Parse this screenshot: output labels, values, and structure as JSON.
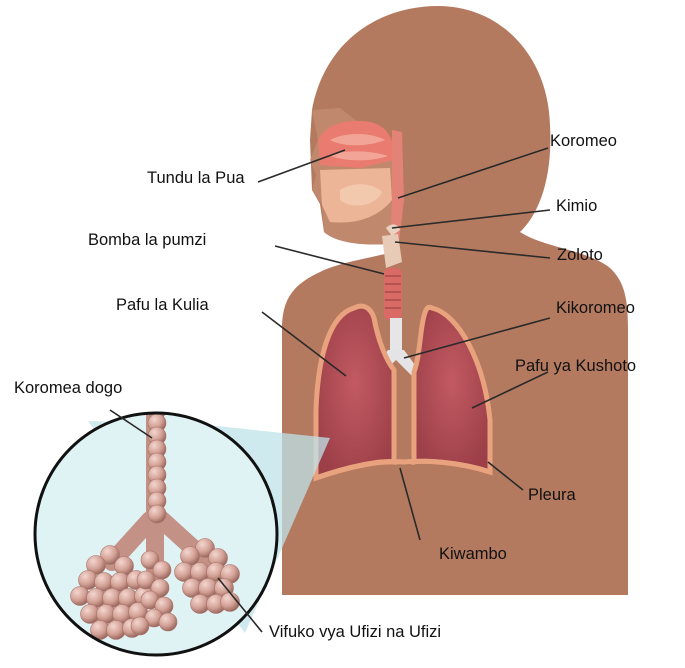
{
  "labels": {
    "nasal_cavity": "Tundu la Pua",
    "pharynx": "Koromeo",
    "epiglottis": "Kimio",
    "larynx": "Zoloto",
    "trachea": "Bomba la pumzi",
    "right_lung": "Pafu la Kulia",
    "bronchus": "Kikoromeo",
    "left_lung": "Pafu ya Kushoto",
    "bronchiole": "Koromea dogo",
    "pleura": "Pleura",
    "diaphragm": "Kiwambo",
    "alveoli": "Vifuko vya Ufizi na Ufizi"
  },
  "colors": {
    "skin": "#b47a60",
    "skin_light": "#c28b70",
    "lung": "#b5525a",
    "lung_edge": "#e9a27e",
    "airway": "#d96a66",
    "alveoli": "#d7aaa0",
    "zoom_bg": "#dff2f4",
    "zoom_wedge": "#bfe3e8",
    "leader": "#2a2a2a"
  }
}
